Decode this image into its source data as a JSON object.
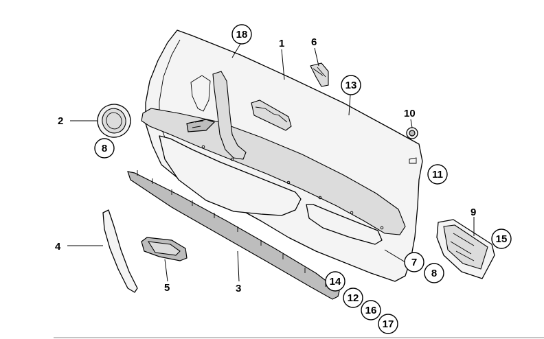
{
  "callouts": {
    "c1": "1",
    "c2": "2",
    "c3": "3",
    "c4": "4",
    "c5": "5",
    "c6": "6",
    "c7": "7",
    "c8a": "8",
    "c8b": "8",
    "c9": "9",
    "c10": "10",
    "c11": "11",
    "c12": "12",
    "c13": "13",
    "c14": "14",
    "c15": "15",
    "c16": "16",
    "c17": "17",
    "c18": "18"
  }
}
